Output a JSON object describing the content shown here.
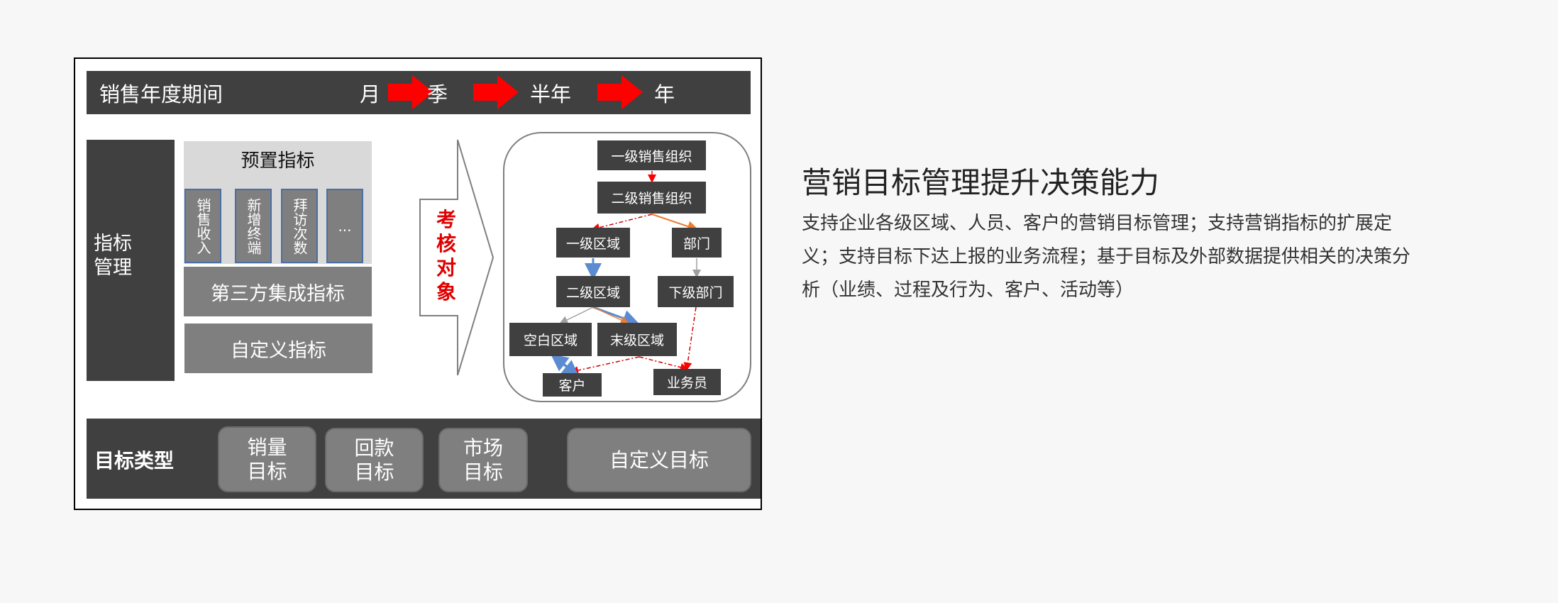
{
  "period": {
    "label": "销售年度期间",
    "steps": [
      "月",
      "季",
      "半年",
      "年"
    ]
  },
  "indicator_mgmt": {
    "label": "指标\n管理",
    "preset": {
      "title": "预置指标",
      "items": [
        "销售收入",
        "新增终端",
        "拜访次数",
        "..."
      ]
    },
    "third_party": "第三方集成指标",
    "custom": "自定义指标"
  },
  "assess_target": {
    "label": "考核对象"
  },
  "org_tree": {
    "nodes": {
      "level1_org": "一级销售组织",
      "level2_org": "二级销售组织",
      "level1_region": "一级区域",
      "department": "部门",
      "level2_region": "二级区域",
      "sub_department": "下级部门",
      "blank_region": "空白区域",
      "last_region": "末级区域",
      "customer": "客户",
      "salesperson": "业务员"
    }
  },
  "goal_types": {
    "label": "目标类型",
    "items": [
      "销量\n目标",
      "回款\n目标",
      "市场\n目标"
    ],
    "custom": "自定义目标"
  },
  "summary": {
    "title": "营销目标管理提升决策能力",
    "lines": [
      "支持企业各级区域、人员、客户的营销目标管理；支持营销指标的扩展定",
      "义；支持目标下达上报的业务流程；基于目标及外部数据提供相关的决策分",
      "析（业绩、过程及行为、客户、活动等）"
    ]
  },
  "colors": {
    "dark": "#404040",
    "gray": "#7f7f7f",
    "red": "#ff0000",
    "orange": "#ed7d31",
    "blue": "#5b8bd0"
  }
}
